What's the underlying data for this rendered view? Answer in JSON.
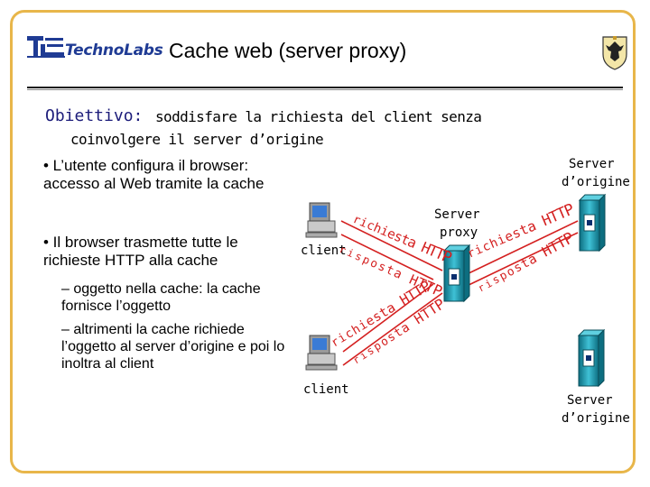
{
  "header": {
    "logo_text": "TechnoLabs",
    "title": "Cache web (server proxy)"
  },
  "objective": {
    "label": "Obiettivo:",
    "text_line1": "soddisfare la richiesta del client senza",
    "text_line2": "coinvolgere il server d’origine"
  },
  "bullets": [
    "• L’utente configura il browser: accesso al Web tramite la cache",
    "• Il browser trasmette tutte le richieste HTTP alla cache"
  ],
  "sub_bullets": [
    "– oggetto nella cache: la cache fornisce l’oggetto",
    "– altrimenti la cache richiede l’oggetto al server d’origine e poi lo inoltra al client"
  ],
  "diagram": {
    "client_label": "client",
    "proxy_label_line1": "Server",
    "proxy_label_line2": "proxy",
    "origin_label_line1": "Server",
    "origin_label_line2": "d’origine",
    "request_label": "richiesta HTTP",
    "response_label": "risposta HTTP",
    "request_chars": [
      "r",
      "i",
      "c",
      "h",
      "i",
      "e",
      "s",
      "t",
      "a",
      " ",
      "H",
      "T",
      "T",
      "P"
    ],
    "response_chars": [
      "r",
      "i",
      "s",
      "p",
      "o",
      "s",
      "t",
      "a",
      " ",
      "H",
      "T",
      "T",
      "P"
    ]
  },
  "colors": {
    "frame": "#e8b64a",
    "logo_blue": "#1f3b94",
    "objective_label": "#1c1c7a",
    "arrow_label": "#d42020",
    "server_box": "#1a8fa3"
  }
}
